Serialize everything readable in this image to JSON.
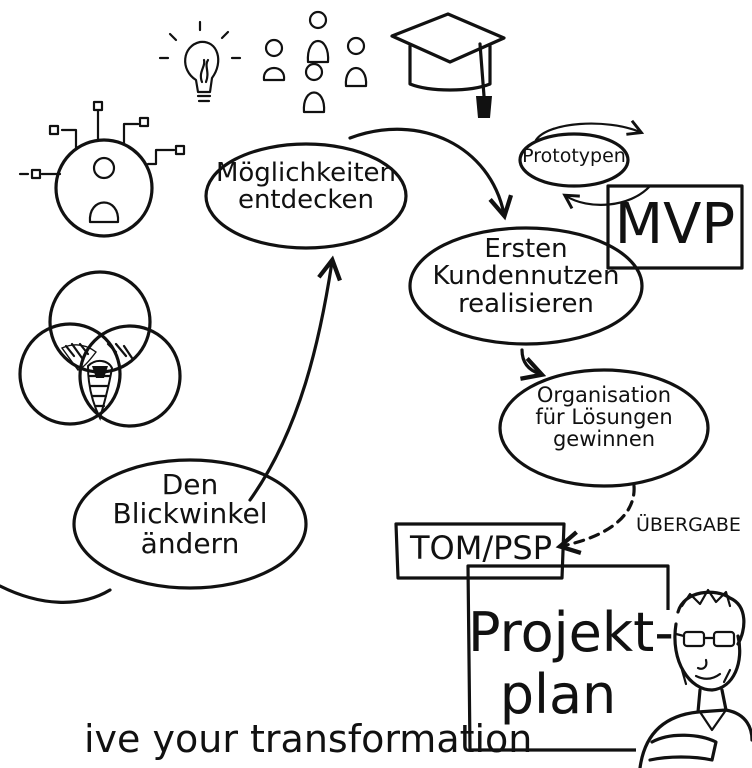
{
  "nodes": {
    "moeglichkeiten": {
      "line1": "Möglichkeiten",
      "line2": "entdecken"
    },
    "kundennutzen": {
      "line1": "Ersten",
      "line2": "Kundennutzen",
      "line3": "realisieren"
    },
    "organisation": {
      "line1": "Organisation",
      "line2": "für Lösungen",
      "line3": "gewinnen"
    },
    "blickwinkel": {
      "line1": "Den",
      "line2": "Blickwinkel",
      "line3": "ändern"
    },
    "prototypen": "Prototypen",
    "mvp": "MVP",
    "tom_psp": "TOM/PSP",
    "uebergabe": "ÜBERGABE",
    "projektplan": {
      "line1": "Projekt-",
      "line2": "plan"
    }
  },
  "caption": "ive your transformation",
  "icons": [
    "lightbulb-icon",
    "people-group-icon",
    "graduation-cap-icon",
    "network-person-icon",
    "venn-diagram-icon",
    "person-portrait-icon"
  ]
}
